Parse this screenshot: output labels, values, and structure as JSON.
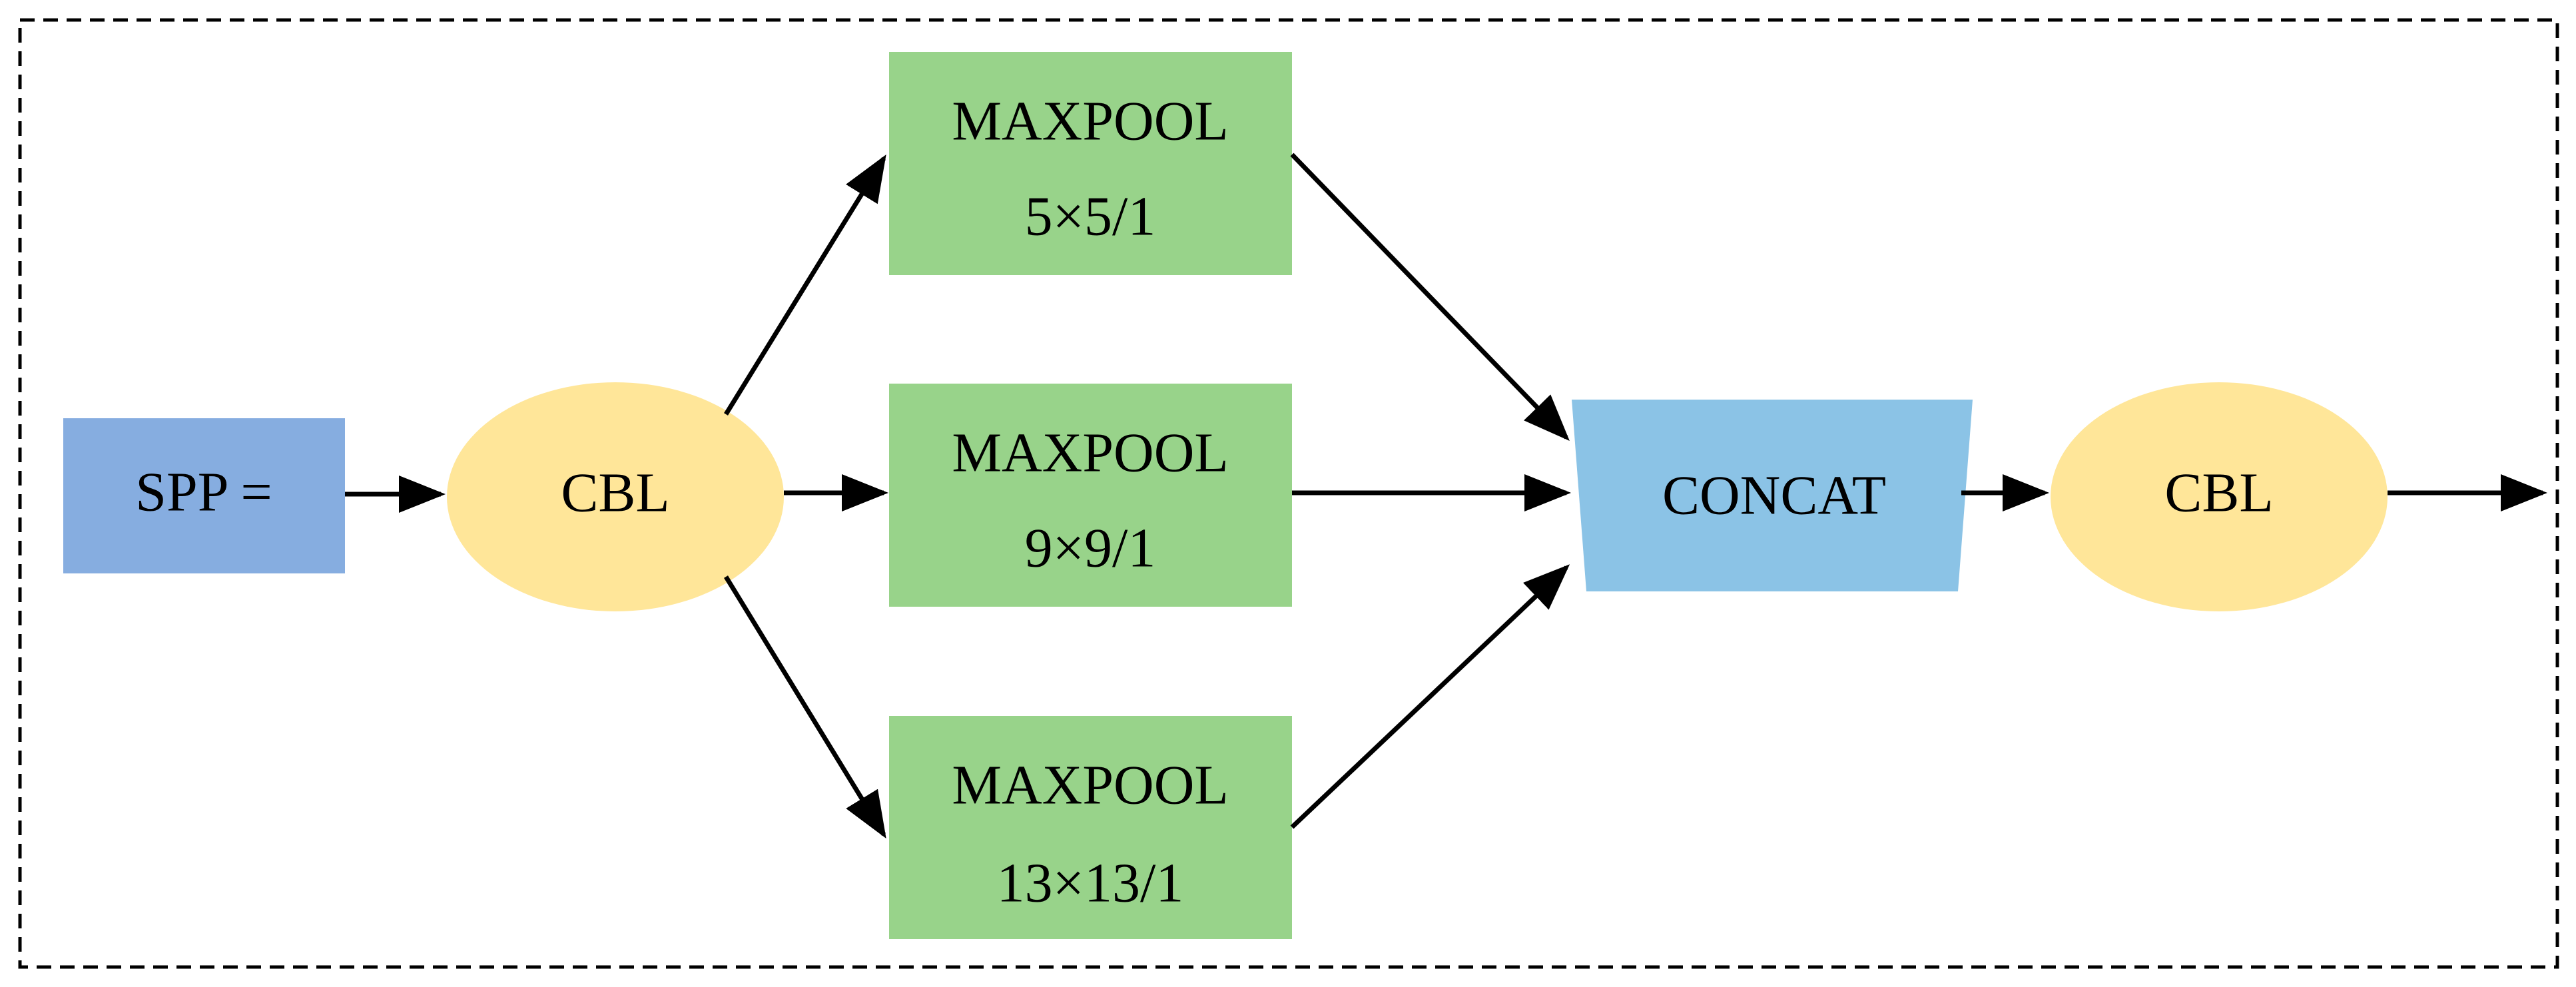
{
  "diagram": {
    "type": "flowchart",
    "title": "",
    "colors": {
      "spp_label_box": "#86ADE0",
      "cbl_ellipse": "#FFE699",
      "maxpool_box": "#98D38A",
      "concat_box": "#8BC3E6",
      "line": "#000000",
      "background": "#FFFFFF"
    },
    "nodes": {
      "spp": {
        "label": "SPP ="
      },
      "cbl_1": {
        "label": "CBL"
      },
      "maxpool_1": {
        "line1": "MAXPOOL",
        "line2": "5×5/1"
      },
      "maxpool_2": {
        "line1": "MAXPOOL",
        "line2": "9×9/1"
      },
      "maxpool_3": {
        "line1": "MAXPOOL",
        "line2": "13×13/1"
      },
      "concat": {
        "label": "CONCAT"
      },
      "cbl_2": {
        "label": "CBL"
      }
    },
    "edges": [
      {
        "from": "spp",
        "to": "cbl_1"
      },
      {
        "from": "cbl_1",
        "to": "maxpool_1"
      },
      {
        "from": "cbl_1",
        "to": "maxpool_2"
      },
      {
        "from": "cbl_1",
        "to": "maxpool_3"
      },
      {
        "from": "maxpool_1",
        "to": "concat"
      },
      {
        "from": "maxpool_2",
        "to": "concat"
      },
      {
        "from": "maxpool_3",
        "to": "concat"
      },
      {
        "from": "concat",
        "to": "cbl_2"
      },
      {
        "from": "cbl_2",
        "to": "output"
      }
    ]
  }
}
